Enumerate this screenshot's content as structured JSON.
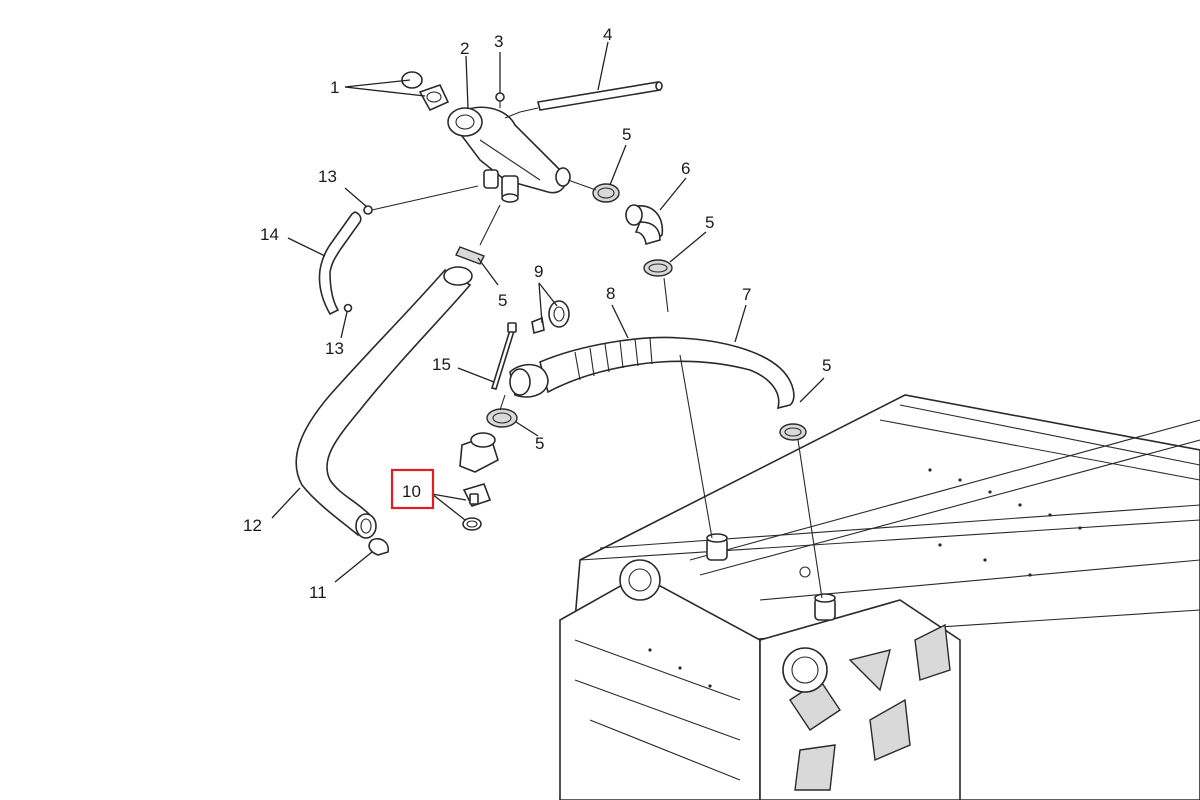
{
  "diagram": {
    "callouts": [
      {
        "id": "c1",
        "text": "1"
      },
      {
        "id": "c2",
        "text": "2"
      },
      {
        "id": "c3",
        "text": "3"
      },
      {
        "id": "c4",
        "text": "4"
      },
      {
        "id": "c5a",
        "text": "5"
      },
      {
        "id": "c6",
        "text": "6"
      },
      {
        "id": "c5b",
        "text": "5"
      },
      {
        "id": "c13a",
        "text": "13"
      },
      {
        "id": "c14",
        "text": "14"
      },
      {
        "id": "c9",
        "text": "9"
      },
      {
        "id": "c5c",
        "text": "5"
      },
      {
        "id": "c8",
        "text": "8"
      },
      {
        "id": "c7",
        "text": "7"
      },
      {
        "id": "c13b",
        "text": "13"
      },
      {
        "id": "c15",
        "text": "15"
      },
      {
        "id": "c5d",
        "text": "5"
      },
      {
        "id": "c5e",
        "text": "5"
      },
      {
        "id": "c10",
        "text": "10"
      },
      {
        "id": "c12",
        "text": "12"
      },
      {
        "id": "c11",
        "text": "11"
      }
    ],
    "highlighted_callout": "10",
    "highlight_color": "#e31b23"
  }
}
